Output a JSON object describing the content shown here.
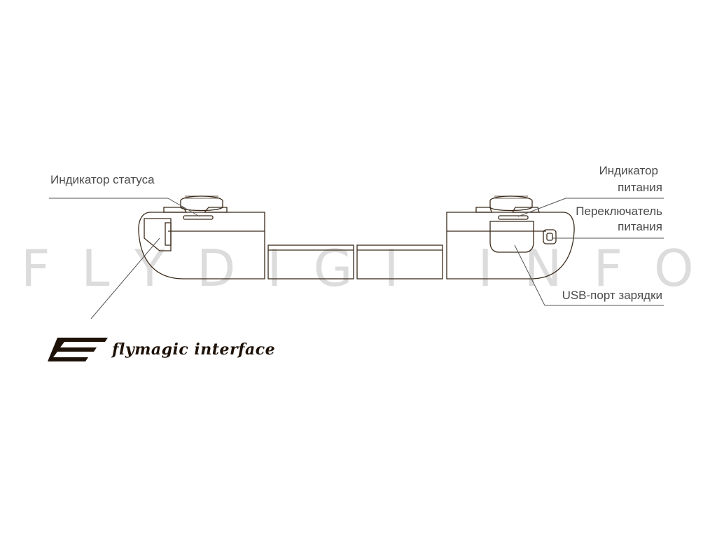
{
  "watermark": "FLYDIGI INFO",
  "labels": {
    "status_indicator": "Индикатор статуса",
    "power_indicator_line1": "Индикатор",
    "power_indicator_line2": "питания",
    "power_switch_line1": "Переключатель",
    "power_switch_line2": "питания",
    "usb_port": "USB-порт зарядки"
  },
  "brand": {
    "name": "flymagic interface",
    "logo_icon": "flymagic-logo-icon"
  },
  "colors": {
    "line": "#3a2a1a",
    "label_text": "#4a4a4a",
    "brand_text": "#1e1208",
    "watermark": "#dcdcdc"
  }
}
